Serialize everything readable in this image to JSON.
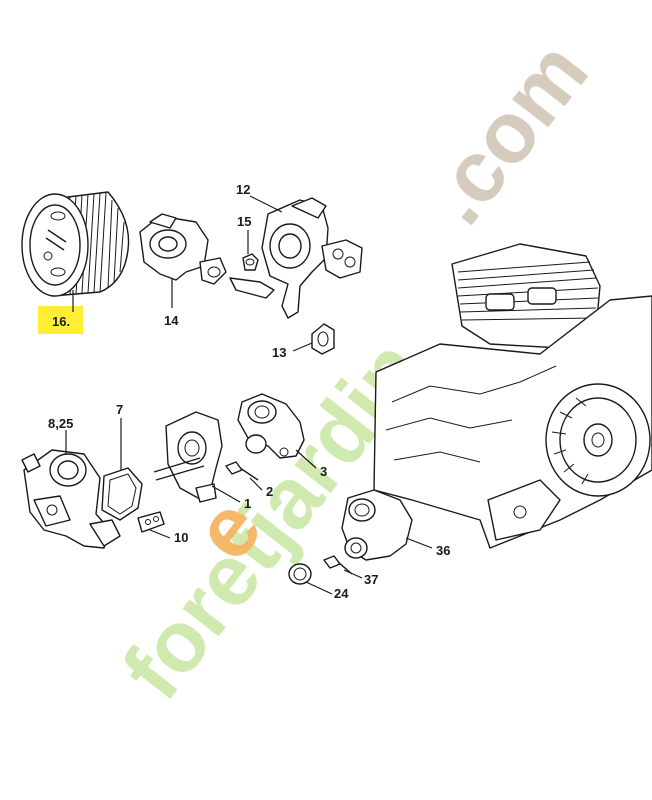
{
  "watermark": {
    "text_green": "foretjardin",
    "text_orange": "e",
    "text_grey": ".com",
    "colors": {
      "green": "#c8e6a0",
      "orange": "#f5b25c",
      "grey": "#cfc3b2"
    }
  },
  "highlight_color": "#ffee33",
  "labels": {
    "p16": "16.",
    "p14": "14",
    "p12": "12",
    "p15": "15",
    "p13": "13",
    "p825": "8,25",
    "p7": "7",
    "p1": "1",
    "p2": "2",
    "p3": "3",
    "p10": "10",
    "p36": "36",
    "p37": "37",
    "p24": "24"
  }
}
